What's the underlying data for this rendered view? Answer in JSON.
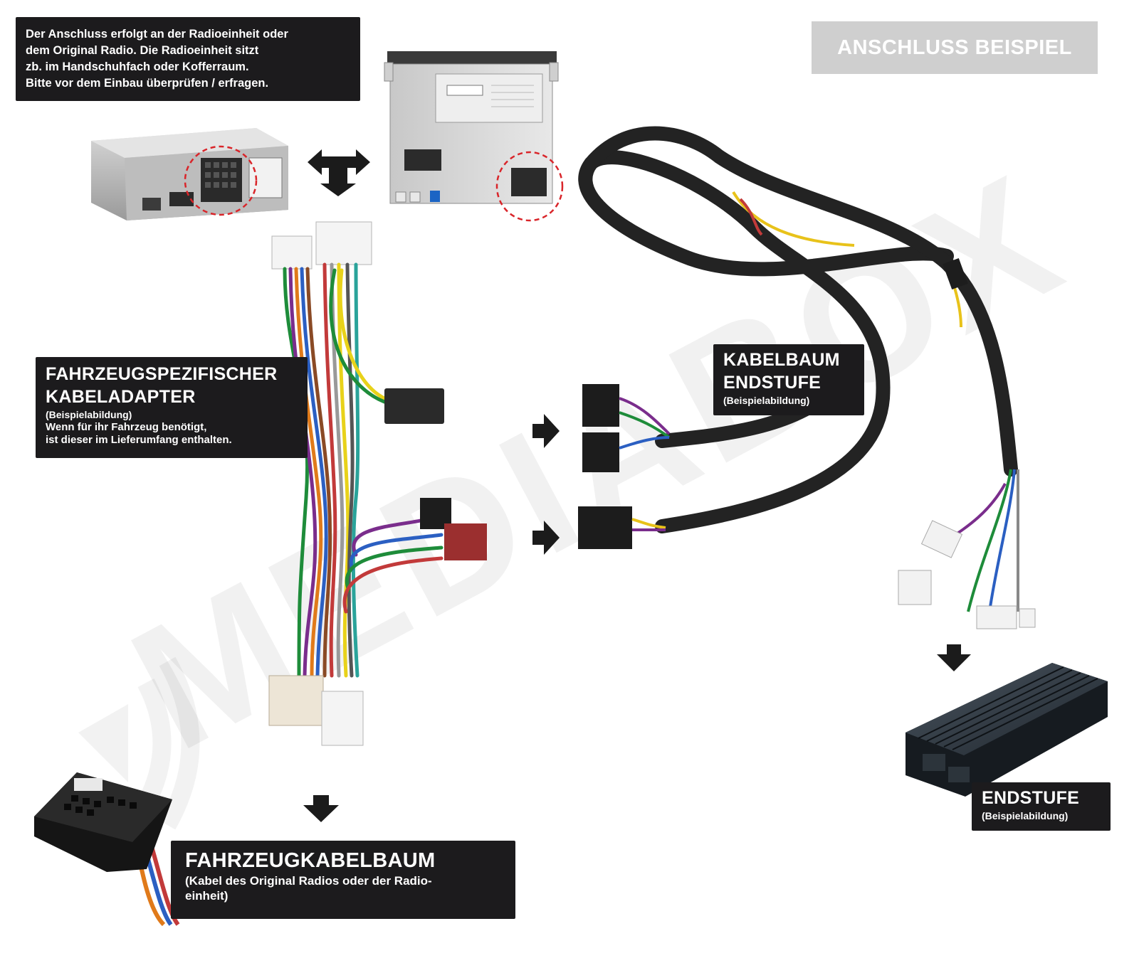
{
  "badge": {
    "text": "ANSCHLUSS BEISPIEL"
  },
  "note": {
    "lines": [
      "Der Anschluss erfolgt an der Radioeinheit oder",
      "dem Original Radio. Die Radioeinheit sitzt",
      "zb. im Handschuhfach oder Kofferraum.",
      "Bitte vor dem Einbau überprüfen / erfragen."
    ]
  },
  "adapter": {
    "title_line1": "FAHRZEUGSPEZIFISCHER",
    "title_line2": "KABELADAPTER",
    "caption": "(Beispielabildung)",
    "desc_line1": "Wenn für ihr Fahrzeug benötigt,",
    "desc_line2": "ist dieser im Lieferumfang enthalten."
  },
  "harness": {
    "title_line1": "KABELBAUM",
    "title_line2": "ENDSTUFE",
    "caption": "(Beispielabildung)"
  },
  "amplifier": {
    "title": "ENDSTUFE",
    "caption": "(Beispielabildung)"
  },
  "vehicle": {
    "title": "FAHRZEUGKABELBAUM",
    "sub_line1": "(Kabel des Original Radios oder der Radio-",
    "sub_line2": "einheit)"
  },
  "watermark": "MEDIABOX",
  "colors": {
    "label_bg": "#1c1b1d",
    "badge_bg": "#cfcfcf",
    "marker_red": "#d9252a",
    "sleeve": "#222222"
  }
}
